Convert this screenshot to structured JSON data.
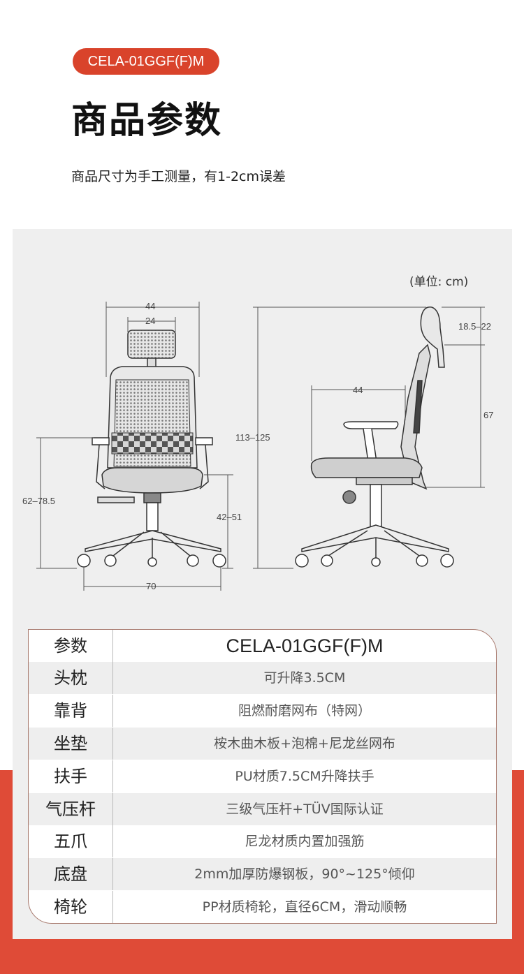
{
  "header": {
    "model_badge": "CELA-01GGF(F)M",
    "title": "商品参数",
    "note": "商品尺寸为手工测量，有1-2cm误差"
  },
  "diagram": {
    "unit_label": "(单位: cm)",
    "front": {
      "width_44": "44",
      "headrest_24": "24",
      "armrest_height": "62–78.5",
      "seat_height": "42–51",
      "base_70": "70"
    },
    "side": {
      "total_height": "113–125",
      "headrest_adjust": "18.5–22",
      "back_67": "67",
      "depth_44": "44"
    }
  },
  "spec_table": {
    "rows": [
      {
        "label": "参数",
        "value": "CELA-01GGF(F)M"
      },
      {
        "label": "头枕",
        "value": "可升降3.5CM"
      },
      {
        "label": "靠背",
        "value": "阻燃耐磨网布（特网）"
      },
      {
        "label": "坐垫",
        "value": "桉木曲木板+泡棉+尼龙丝网布"
      },
      {
        "label": "扶手",
        "value": "PU材质7.5CM升降扶手"
      },
      {
        "label": "气压杆",
        "value": "三级气压杆+TÜV国际认证"
      },
      {
        "label": "五爪",
        "value": "尼龙材质内置加强筋"
      },
      {
        "label": "底盘",
        "value": "2mm加厚防爆钢板，90°~125°倾仰"
      },
      {
        "label": "椅轮",
        "value": "PP材质椅轮，直径6CM，滑动顺畅"
      }
    ]
  },
  "colors": {
    "accent": "#d9432b",
    "band": "#df4b37",
    "panel": "#efefef"
  }
}
